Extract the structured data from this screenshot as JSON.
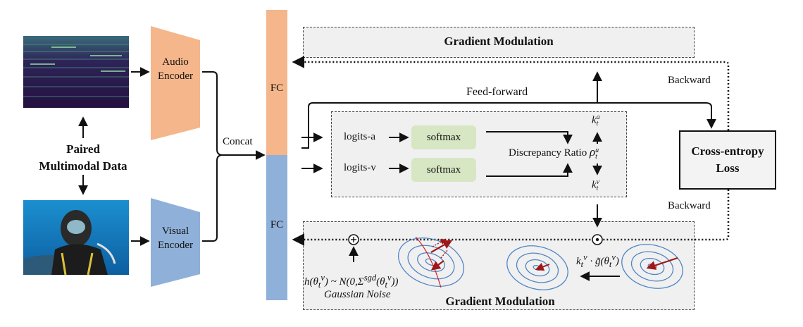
{
  "inputs": {
    "paired_line1": "Paired",
    "paired_line2": "Multimodal Data",
    "concat": "Concat"
  },
  "encoders": {
    "audio_line1": "Audio",
    "audio_line2": "Encoder",
    "visual_line1": "Visual",
    "visual_line2": "Encoder"
  },
  "fc": {
    "top": "FC",
    "bottom": "FC"
  },
  "top_module": {
    "title": "Gradient Modulation"
  },
  "bottom_module": {
    "title": "Gradient Modulation"
  },
  "flow": {
    "feed_forward": "Feed-forward",
    "backward_top": "Backward",
    "backward_bottom": "Backward"
  },
  "middle_box": {
    "logits_a": "logits-a",
    "logits_v": "logits-v",
    "softmax_a": "softmax",
    "softmax_v": "softmax",
    "ratio_text": "Discrepancy Ratio",
    "rho": "ρ",
    "rho_sup": "u",
    "rho_sub": "t",
    "k_top": "k",
    "k_top_sup": "a",
    "k_top_sub": "t",
    "k_bot": "k",
    "k_bot_sup": "v",
    "k_bot_sub": "t"
  },
  "loss": {
    "line1": "Cross-entropy",
    "line2": "Loss"
  },
  "noise": {
    "formula": "h(θ<sub>t</sub><sup>v</sup>) ~ N(0,Σ<sup>sgd</sup>(θ<sub>t</sub><sup>v</sup>))",
    "caption": "Gaussian Noise"
  },
  "grad_formula": "k<sub>t</sub><sup>v</sup> · g̃(θ<sub>t</sub><sup>v</sup>)",
  "colors": {
    "audio": "#f4b68a",
    "visual": "#8fb0d8",
    "softmax": "#d7e6c3",
    "contour": "#4f86c6",
    "arrow_red": "#a0171a"
  }
}
